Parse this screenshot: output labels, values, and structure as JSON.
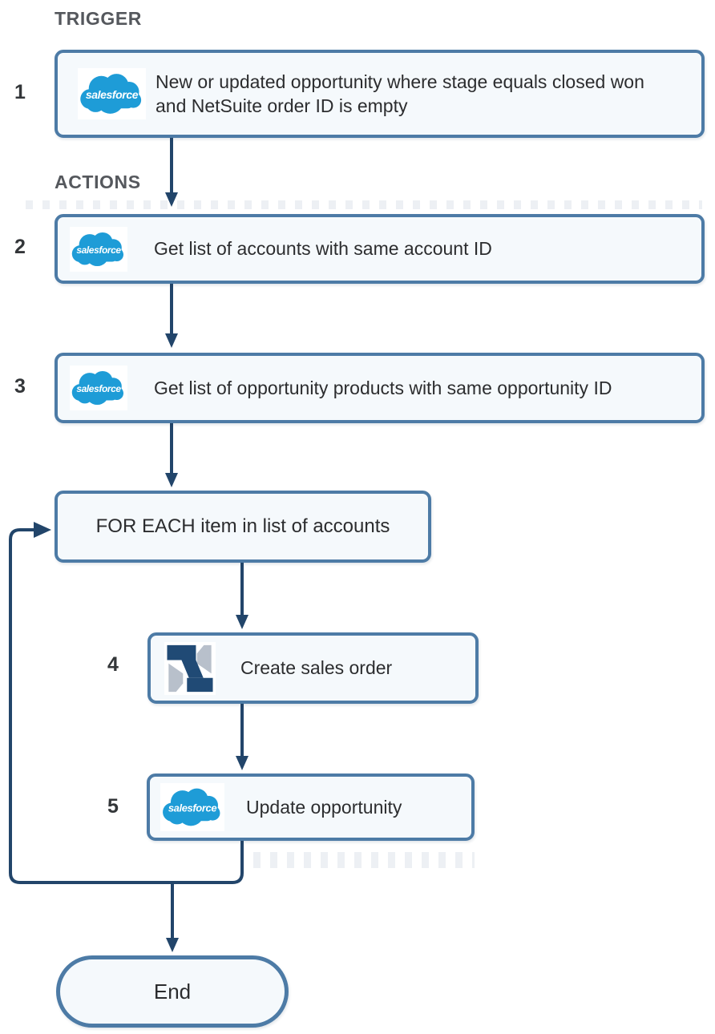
{
  "sections": {
    "trigger": "TRIGGER",
    "actions": "ACTIONS"
  },
  "steps": [
    {
      "number": "1",
      "icon": "salesforce",
      "text": "New or updated opportunity where stage equals closed won and NetSuite order ID is empty"
    },
    {
      "number": "2",
      "icon": "salesforce",
      "text": "Get list of accounts with same account ID"
    },
    {
      "number": "3",
      "icon": "salesforce",
      "text": "Get list of opportunity products with same opportunity ID"
    },
    {
      "number": "4",
      "icon": "netsuite",
      "text": "Create sales order"
    },
    {
      "number": "5",
      "icon": "salesforce",
      "text": "Update opportunity"
    }
  ],
  "loop": {
    "text": "FOR EACH item in list of accounts"
  },
  "terminal": {
    "text": "End"
  },
  "logos": {
    "salesforce_wordmark": "salesforce"
  },
  "colors": {
    "box_border": "#4d7ba6",
    "box_fill": "#f5f9fc",
    "connector": "#22456a",
    "section_label": "#55585d",
    "body_text": "#2c2d2f",
    "salesforce_blue": "#1e9cd7",
    "netsuite_navy": "#204a75",
    "netsuite_gray": "#b8c0cb"
  }
}
